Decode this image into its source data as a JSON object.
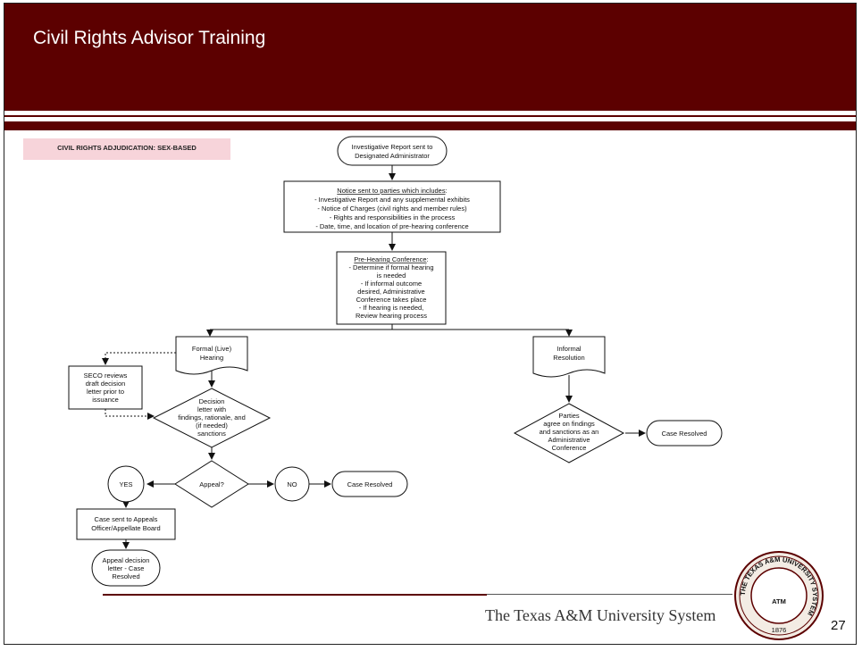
{
  "header": {
    "title": "Civil Rights Advisor Training"
  },
  "badge": {
    "label": "CIVIL RIGHTS ADJUDICATION: SEX-BASED"
  },
  "flow": {
    "start": [
      "Investigative Report sent to",
      "Designated Administrator"
    ],
    "notice": {
      "heading": "Notice sent to parties which includes",
      "lines": [
        "- Investigative Report and any supplemental exhibits",
        "- Notice of Charges (civil rights and member rules)",
        "- Rights and responsibilities in the process",
        "- Date, time, and location of pre-hearing conference"
      ]
    },
    "prehearing": {
      "heading": "Pre-Hearing Conference",
      "lines": [
        "- Determine if formal hearing",
        "is needed",
        "- If informal outcome",
        "desired, Administrative",
        "Conference takes place",
        "- If hearing is needed,",
        "Review hearing process"
      ]
    },
    "formal": [
      "Formal (Live)",
      "Hearing"
    ],
    "informal": [
      "Informal",
      "Resolution"
    ],
    "seco": [
      "SECO reviews",
      "draft decision",
      "letter prior to",
      "issuance"
    ],
    "decision": [
      "Decision",
      "letter with",
      "findings, rationale, and",
      "(if needed)",
      "sanctions"
    ],
    "parties": [
      "Parties",
      "agree on findings",
      "and sanctions as an",
      "Administrative",
      "Conference"
    ],
    "appeal": "Appeal?",
    "yes": "YES",
    "no": "NO",
    "resolved_left": "Case Resolved",
    "resolved_right": "Case Resolved",
    "appeals_board": [
      "Case sent to Appeals",
      "Officer/Appellate Board"
    ],
    "appeal_decision": [
      "Appeal decision",
      "letter - Case",
      "Resolved"
    ]
  },
  "footer": {
    "system_name": "The Texas A&M University System",
    "page_number": "27",
    "seal_text": "THE TEXAS A&M UNIVERSITY SYSTEM",
    "seal_year": "1876",
    "seal_monogram": "ATM"
  },
  "colors": {
    "maroon": "#5c0000",
    "badge_pink": "#f7d4da"
  }
}
